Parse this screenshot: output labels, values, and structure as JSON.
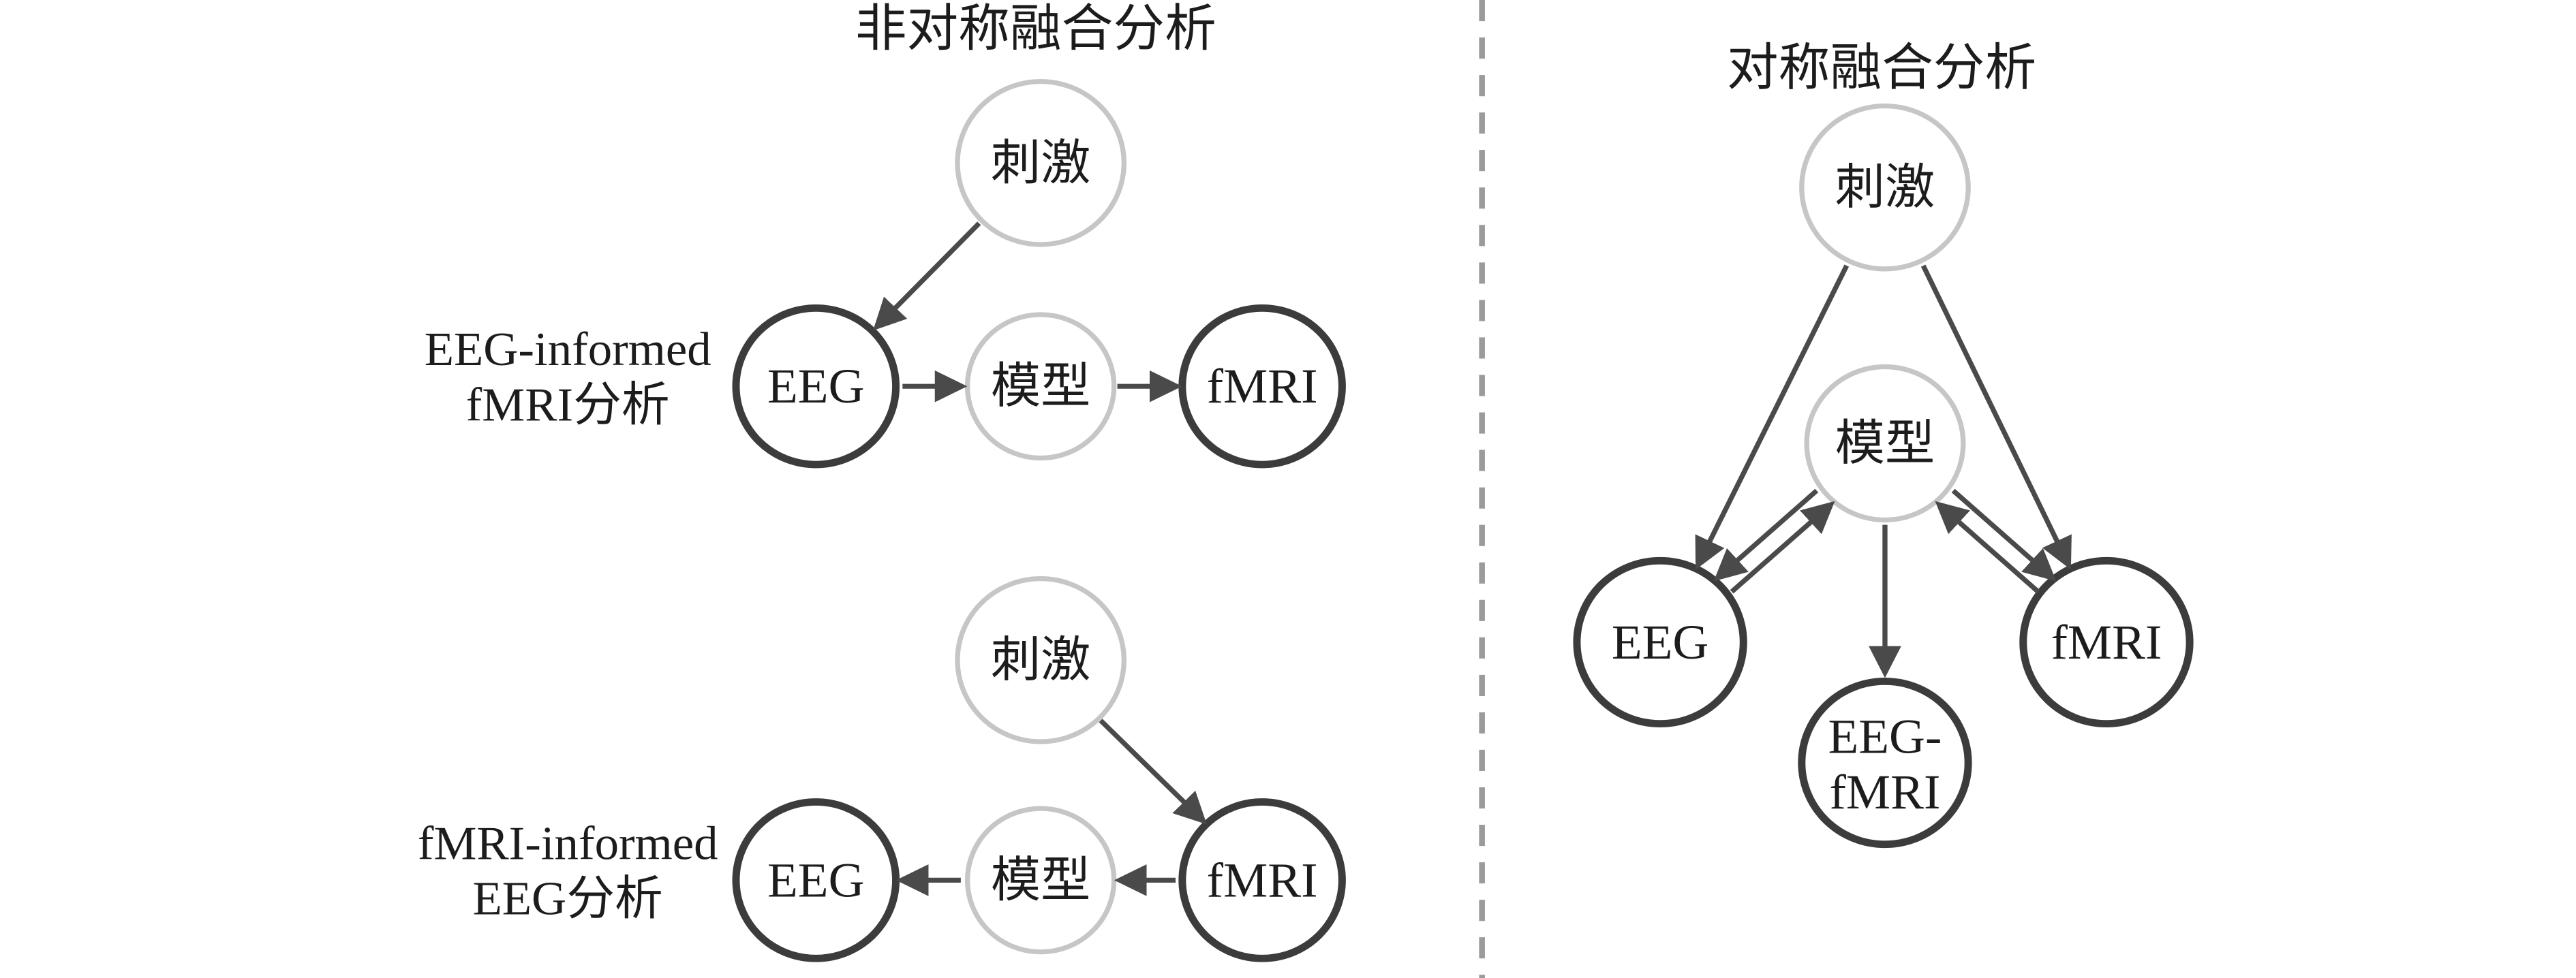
{
  "colors": {
    "background": "#ffffff",
    "dark_node_stroke": "#3c3c3c",
    "light_node_stroke": "#c6c6c6",
    "arrow": "#4a4a4a",
    "divider": "#9b9b9b",
    "text": "#1c1c1c"
  },
  "left_panel": {
    "title": "非对称融合分析",
    "diagrams": [
      {
        "label_line1": "EEG-informed",
        "label_line2": "fMRI分析",
        "stimulus": "刺激",
        "eeg": "EEG",
        "model": "模型",
        "fmri": "fMRI"
      },
      {
        "label_line1": "fMRI-informed",
        "label_line2": "EEG分析",
        "stimulus": "刺激",
        "eeg": "EEG",
        "model": "模型",
        "fmri": "fMRI"
      }
    ]
  },
  "right_panel": {
    "title": "对称融合分析",
    "stimulus": "刺激",
    "model": "模型",
    "eeg": "EEG",
    "fmri": "fMRI",
    "eeg_fmri_line1": "EEG-",
    "eeg_fmri_line2": "fMRI"
  }
}
